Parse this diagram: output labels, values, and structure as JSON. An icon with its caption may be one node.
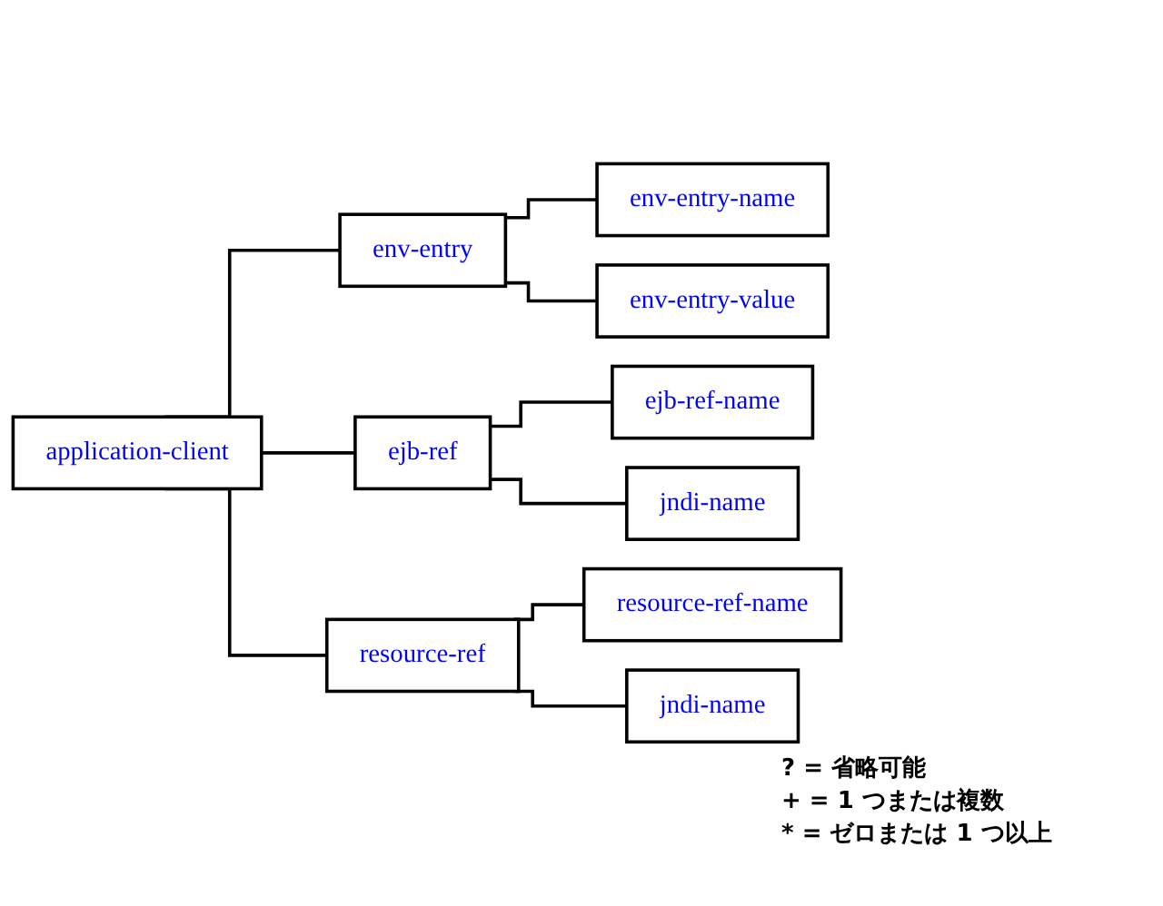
{
  "diagram": {
    "nodes": [
      {
        "text": [
          "application-client"
        ]
      },
      {
        "text": [
          "env-entry"
        ]
      },
      {
        "text": [
          "env-entry-name"
        ]
      },
      {
        "text": [
          "env-entry-value"
        ]
      },
      {
        "text": [
          "ejb-ref"
        ]
      },
      {
        "text": [
          "ejb-ref-name"
        ]
      },
      {
        "text": [
          "jndi-name"
        ]
      },
      {
        "text": [
          "resource-ref"
        ]
      },
      {
        "text": [
          "resource-ref-name"
        ]
      },
      {
        "text": [
          "jndi-name"
        ]
      }
    ],
    "edges": [
      {
        "from": 0,
        "to": 1,
        "arrow": "none"
      },
      {
        "from": 1,
        "to": 2,
        "arrow": "none"
      },
      {
        "from": 1,
        "to": 3,
        "arrow": "none"
      },
      {
        "from": 0,
        "to": 4,
        "arrow": "none"
      },
      {
        "from": 4,
        "to": 5,
        "arrow": "none"
      },
      {
        "from": 4,
        "to": 6,
        "arrow": "none"
      },
      {
        "from": 0,
        "to": 7,
        "arrow": "none"
      },
      {
        "from": 7,
        "to": 8,
        "arrow": "none"
      },
      {
        "from": 7,
        "to": 9,
        "arrow": "none"
      }
    ],
    "labels": [
      "? = 省略可能",
      "+ = 1 つまたは複数",
      "* = ゼロまたは 1 つ以上"
    ]
  }
}
